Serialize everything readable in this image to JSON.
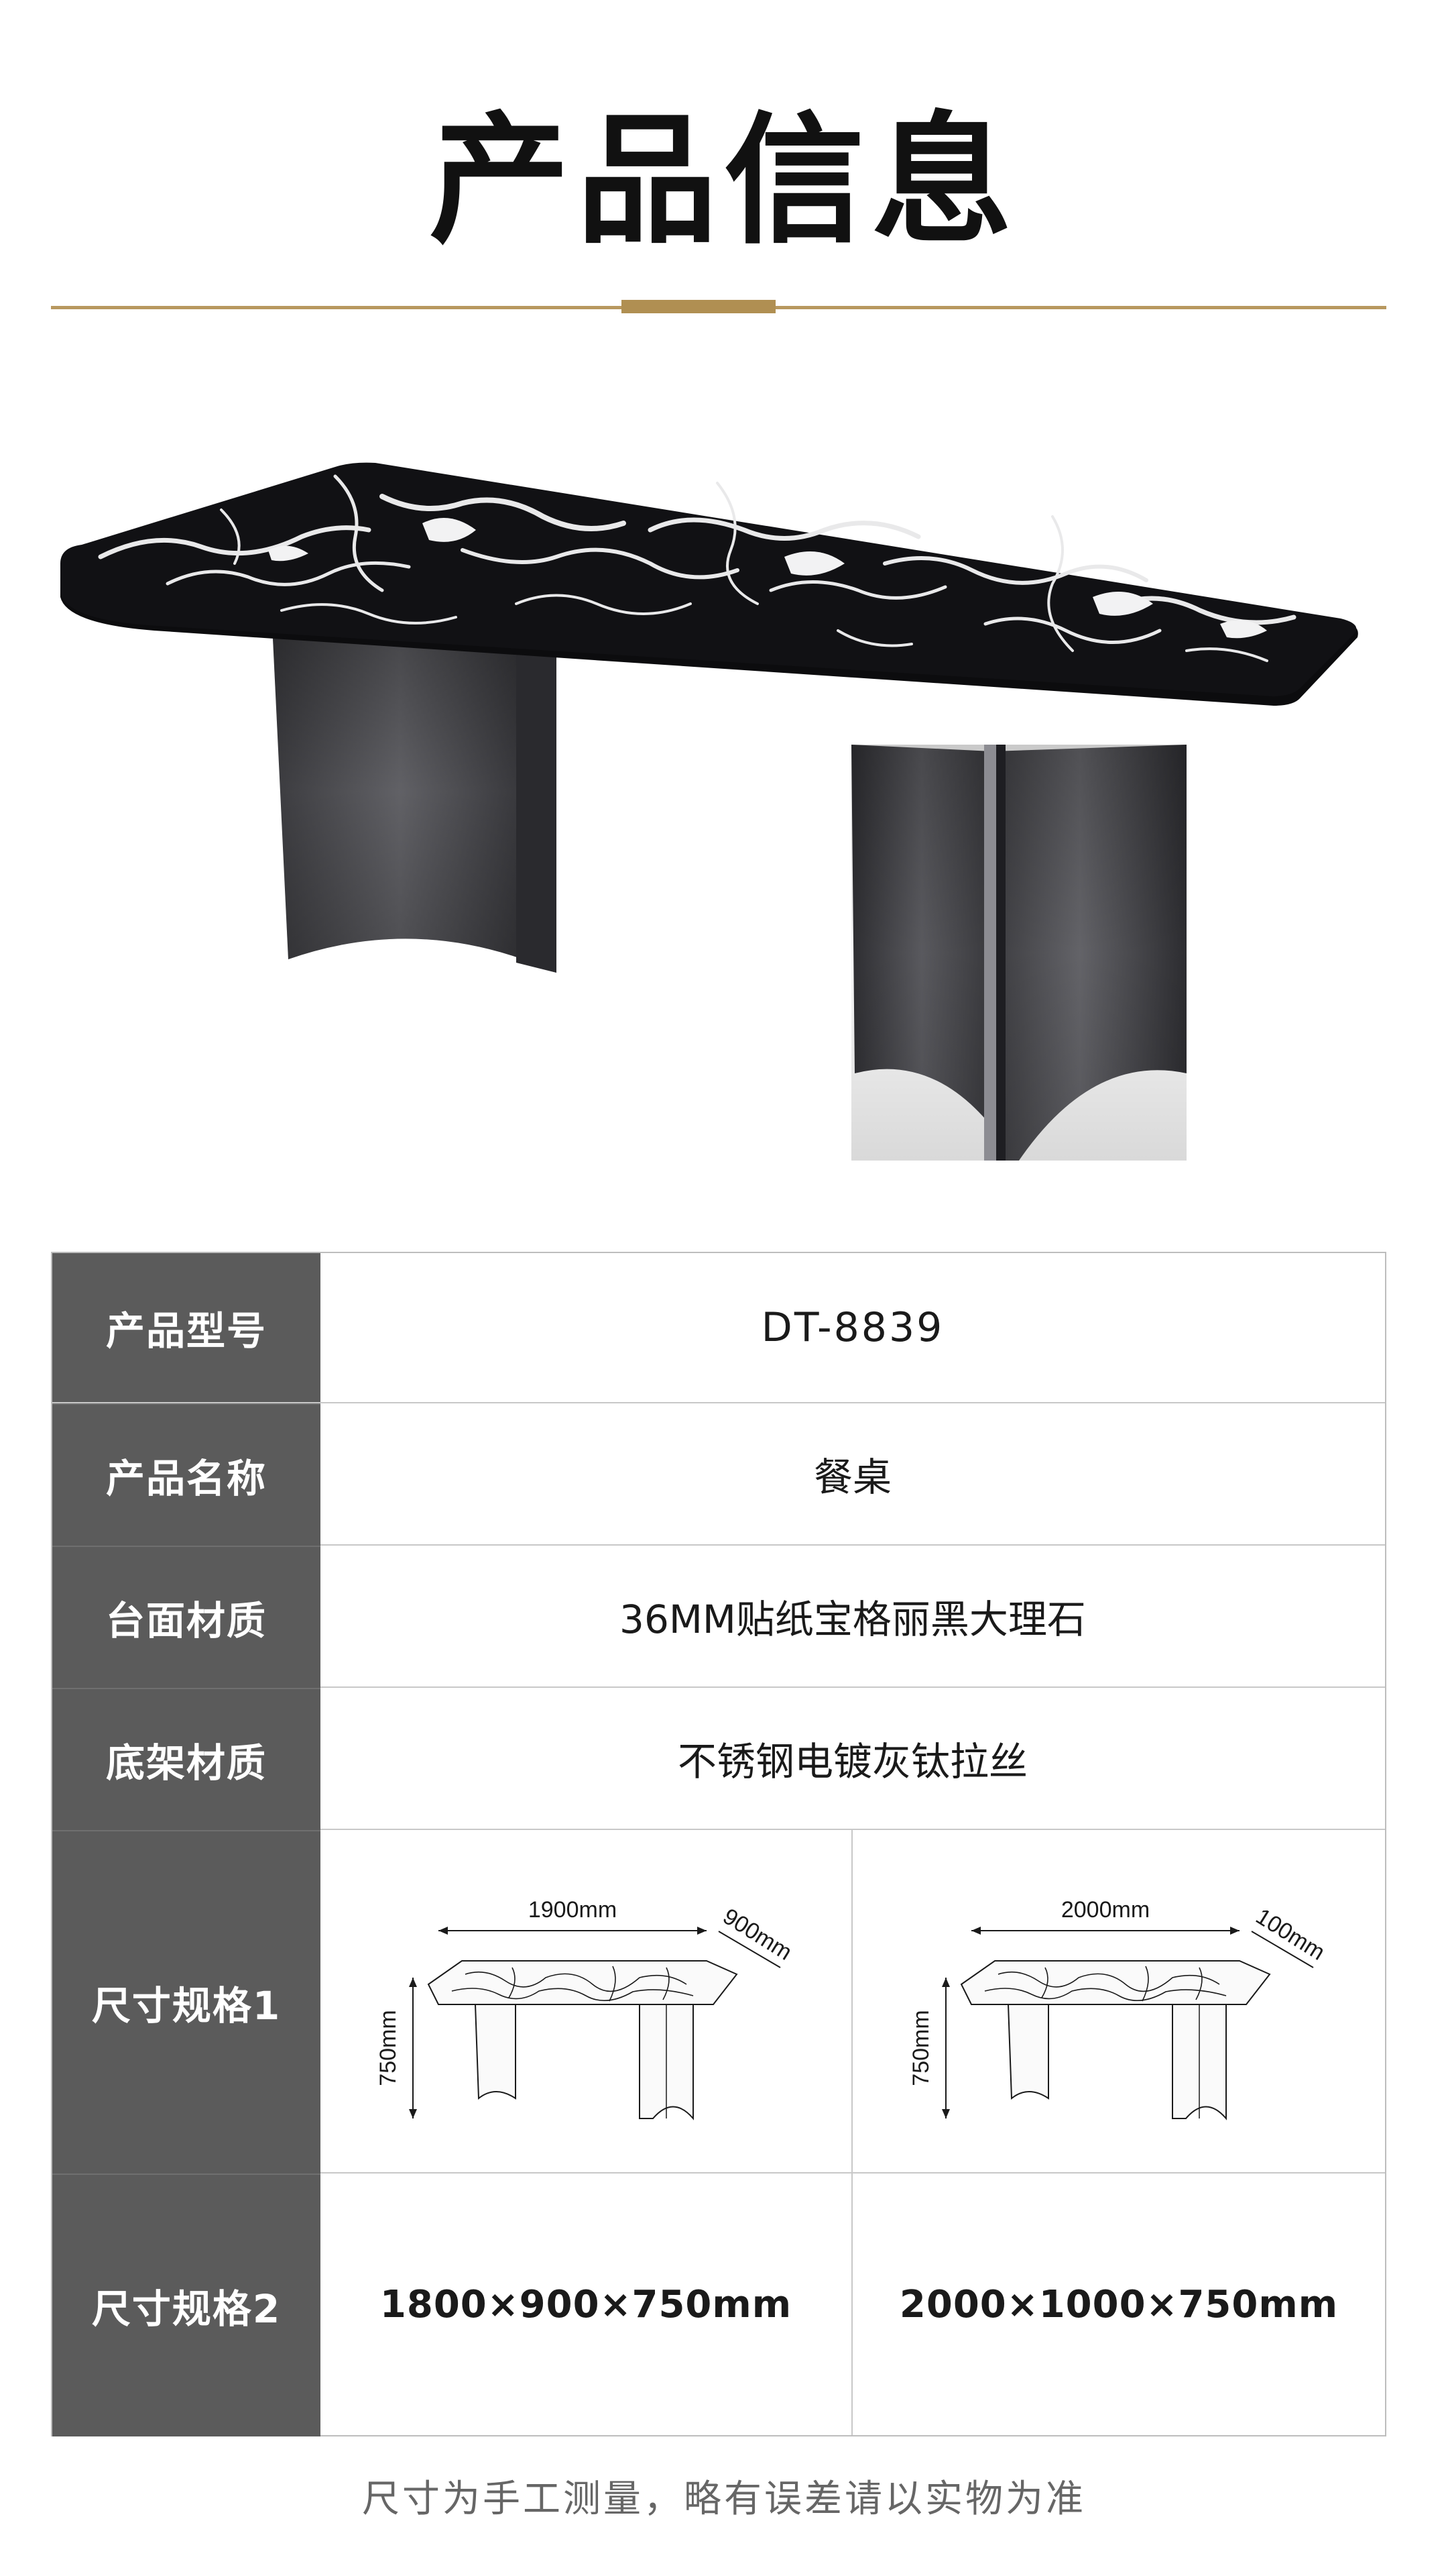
{
  "header": {
    "title": "产品信息"
  },
  "colors": {
    "accent_gold": "#b08f52",
    "label_bg": "#5b5b5b",
    "border": "#c8c8c8"
  },
  "product": {
    "image_subject": "black marble dining table with brushed titanium-grey steel pedestal legs"
  },
  "specs": {
    "model": {
      "label": "产品型号",
      "value": "DT-8839"
    },
    "name": {
      "label": "产品名称",
      "value": "餐桌"
    },
    "top_material": {
      "label": "台面材质",
      "value": "36MM贴纸宝格丽黑大理石"
    },
    "base_material": {
      "label": "底架材质",
      "value": "不锈钢电镀灰钛拉丝"
    },
    "size1": {
      "label": "尺寸规格1",
      "left": {
        "length": "1900mm",
        "depth": "900mm",
        "height": "750mm"
      },
      "right": {
        "length": "2000mm",
        "depth": "100mm",
        "height": "750mm"
      }
    },
    "size2": {
      "label": "尺寸规格2",
      "left": "1800×900×750mm",
      "right": "2000×1000×750mm"
    }
  },
  "footer": {
    "note": "尺寸为手工测量，略有误差请以实物为准"
  }
}
